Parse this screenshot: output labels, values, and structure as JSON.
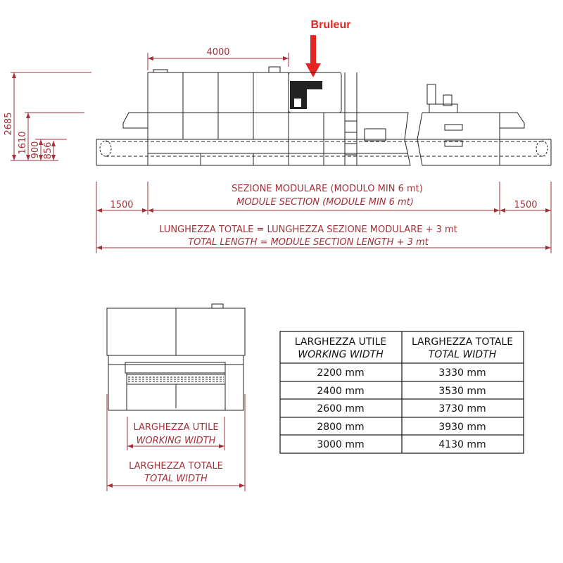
{
  "annotation": {
    "label": "Bruleur",
    "color": "#e52421"
  },
  "side_view": {
    "dim_top": "4000",
    "heights": [
      "2685",
      "1610",
      "900",
      "856"
    ],
    "left_extension": "1500",
    "right_extension": "1500",
    "module_it": "SEZIONE MODULARE (MODULO MIN 6 mt)",
    "module_en": "MODULE SECTION (MODULE MIN 6 mt)",
    "total_it": "LUNGHEZZA TOTALE = LUNGHEZZA SEZIONE MODULARE + 3 mt",
    "total_en": "TOTAL LENGTH = MODULE SECTION LENGTH + 3 mt"
  },
  "front_view": {
    "working_it": "LARGHEZZA UTILE",
    "working_en": "WORKING WIDTH",
    "total_it": "LARGHEZZA TOTALE",
    "total_en": "TOTAL WIDTH"
  },
  "table": {
    "headers": [
      {
        "it": "LARGHEZZA UTILE",
        "en": "WORKING WIDTH"
      },
      {
        "it": "LARGHEZZA TOTALE",
        "en": "TOTAL WIDTH"
      }
    ],
    "rows": [
      [
        "2200 mm",
        "3330 mm"
      ],
      [
        "2400 mm",
        "3530 mm"
      ],
      [
        "2600 mm",
        "3730 mm"
      ],
      [
        "2800 mm",
        "3930 mm"
      ],
      [
        "3000 mm",
        "4130 mm"
      ]
    ]
  },
  "colors": {
    "dimension": "#a3313a",
    "drawing": "#222222"
  }
}
